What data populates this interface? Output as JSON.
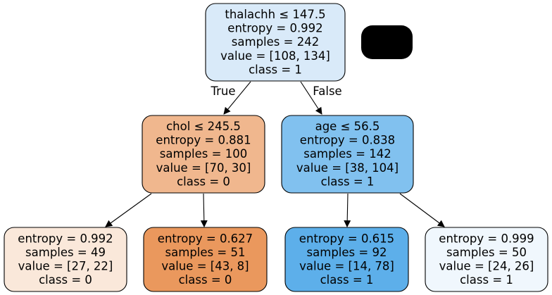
{
  "tree": {
    "nodes": [
      {
        "id": "root",
        "lines": [
          "thalachh ≤ 147.5",
          "entropy = 0.992",
          "samples = 242",
          "value = [108, 134]",
          "class = 1"
        ],
        "fill": "#d9eaf9"
      },
      {
        "id": "left",
        "lines": [
          "chol ≤ 245.5",
          "entropy = 0.881",
          "samples = 100",
          "value = [70, 30]",
          "class = 0"
        ],
        "fill": "#f0b78e"
      },
      {
        "id": "right",
        "lines": [
          "age ≤ 56.5",
          "entropy = 0.838",
          "samples = 142",
          "value = [38, 104]",
          "class = 1"
        ],
        "fill": "#81c1ef"
      },
      {
        "id": "ll",
        "lines": [
          "entropy = 0.992",
          "samples = 49",
          "value = [27, 22]",
          "class = 0"
        ],
        "fill": "#fae8da"
      },
      {
        "id": "lr",
        "lines": [
          "entropy = 0.627",
          "samples = 51",
          "value = [43, 8]",
          "class = 0"
        ],
        "fill": "#ea985d"
      },
      {
        "id": "rl",
        "lines": [
          "entropy = 0.615",
          "samples = 92",
          "value = [14, 78]",
          "class = 1"
        ],
        "fill": "#5dafea"
      },
      {
        "id": "rr",
        "lines": [
          "entropy = 0.999",
          "samples = 50",
          "value = [24, 26]",
          "class = 1"
        ],
        "fill": "#f0f7fd"
      }
    ],
    "edges": [
      {
        "from": "root",
        "to": "left",
        "label": "True"
      },
      {
        "from": "root",
        "to": "right",
        "label": "False"
      },
      {
        "from": "left",
        "to": "ll",
        "label": ""
      },
      {
        "from": "left",
        "to": "lr",
        "label": ""
      },
      {
        "from": "right",
        "to": "rl",
        "label": ""
      },
      {
        "from": "right",
        "to": "rr",
        "label": ""
      }
    ]
  },
  "redaction_fill": "#000000"
}
